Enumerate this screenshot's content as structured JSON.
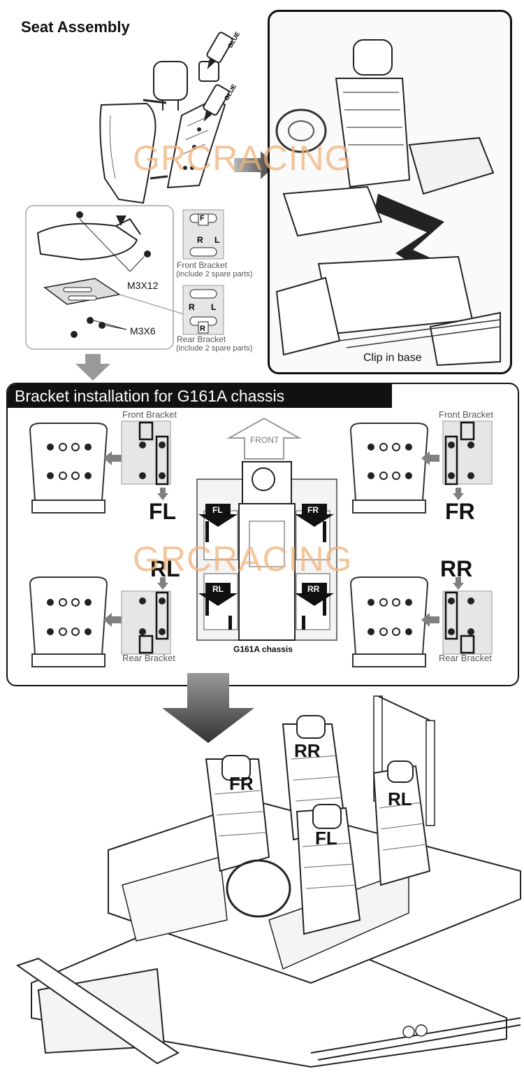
{
  "top": {
    "title": "Seat Assembly",
    "glue_label_1": "GLUE",
    "glue_label_2": "GLUE",
    "screw_top": "M3X12",
    "screw_bottom": "M3X6",
    "front_bracket": "Front Bracket",
    "front_bracket_note": "(include 2 spare parts)",
    "rear_bracket": "Rear Bracket",
    "rear_bracket_note": "(include 2 spare parts)",
    "clip_label": "Clip in base",
    "bracket_letters": {
      "f": "F",
      "r": "R",
      "l": "L"
    }
  },
  "middle": {
    "header": "Bracket installation for G161A chassis",
    "front_bracket_left": "Front Bracket",
    "front_bracket_right": "Front Bracket",
    "rear_bracket_left": "Rear Bracket",
    "rear_bracket_right": "Rear Bracket",
    "front_arrow_label": "FRONT",
    "code_fl": "FL",
    "code_fr": "FR",
    "code_rl": "RL",
    "code_rr": "RR",
    "chassis_caption": "G161A chassis",
    "chassis_tags": [
      "FL",
      "FR",
      "RL",
      "RR"
    ]
  },
  "bottom": {
    "seat_fr": "FR",
    "seat_rr": "RR",
    "seat_rl": "RL",
    "seat_fl": "FL"
  },
  "watermark": "GRCRACING",
  "colors": {
    "watermark": "#f0b27a",
    "header_bg": "#111111",
    "arrow_gray": "#808080"
  }
}
